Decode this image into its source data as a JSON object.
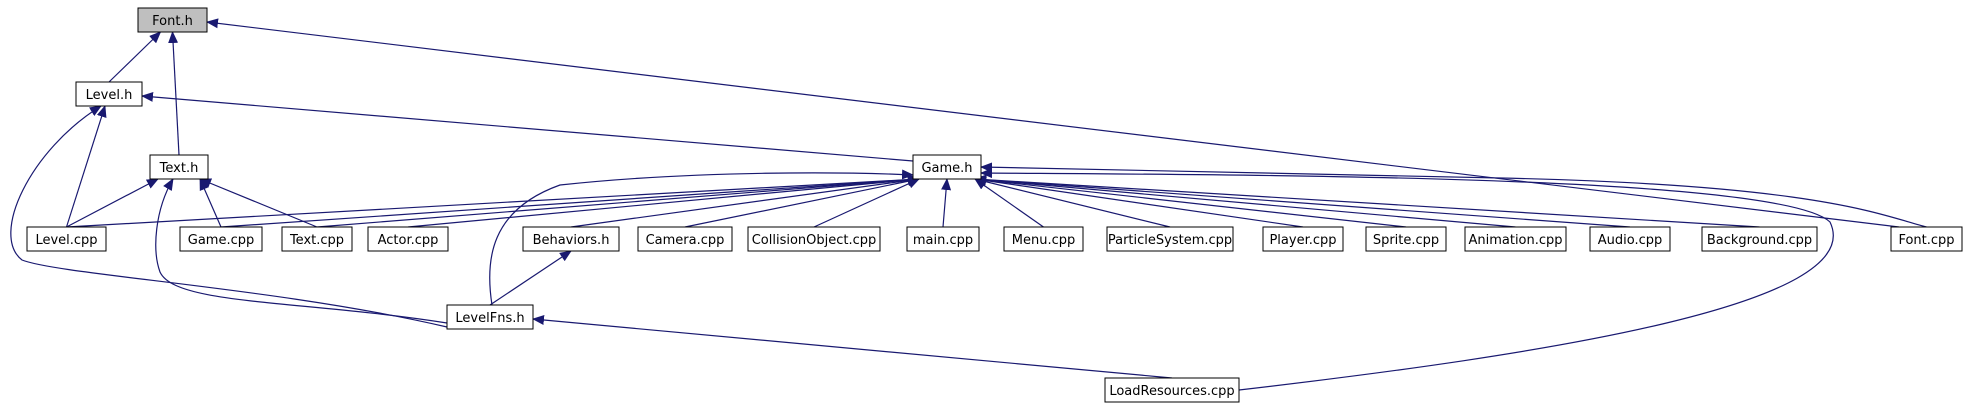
{
  "diagram": {
    "style": {
      "edge_color": "#191970",
      "node_border": "#000000",
      "node_fill": "#ffffff",
      "highlight_fill": "#bfbfbf"
    },
    "nodes": [
      {
        "id": "font_h",
        "label": "Font.h",
        "highlighted": true
      },
      {
        "id": "level_h",
        "label": "Level.h"
      },
      {
        "id": "text_h",
        "label": "Text.h"
      },
      {
        "id": "game_h",
        "label": "Game.h"
      },
      {
        "id": "level_cpp",
        "label": "Level.cpp"
      },
      {
        "id": "game_cpp",
        "label": "Game.cpp"
      },
      {
        "id": "text_cpp",
        "label": "Text.cpp"
      },
      {
        "id": "actor_cpp",
        "label": "Actor.cpp"
      },
      {
        "id": "behaviors_h",
        "label": "Behaviors.h"
      },
      {
        "id": "camera_cpp",
        "label": "Camera.cpp"
      },
      {
        "id": "collisionobject_cpp",
        "label": "CollisionObject.cpp"
      },
      {
        "id": "main_cpp",
        "label": "main.cpp"
      },
      {
        "id": "menu_cpp",
        "label": "Menu.cpp"
      },
      {
        "id": "particlesystem_cpp",
        "label": "ParticleSystem.cpp"
      },
      {
        "id": "player_cpp",
        "label": "Player.cpp"
      },
      {
        "id": "sprite_cpp",
        "label": "Sprite.cpp"
      },
      {
        "id": "animation_cpp",
        "label": "Animation.cpp"
      },
      {
        "id": "audio_cpp",
        "label": "Audio.cpp"
      },
      {
        "id": "background_cpp",
        "label": "Background.cpp"
      },
      {
        "id": "font_cpp",
        "label": "Font.cpp"
      },
      {
        "id": "levelfns_h",
        "label": "LevelFns.h"
      },
      {
        "id": "loadresources_cpp",
        "label": "LoadResources.cpp"
      }
    ],
    "edges": [
      {
        "from": "level_h",
        "to": "font_h"
      },
      {
        "from": "text_h",
        "to": "font_h"
      },
      {
        "from": "font_cpp",
        "to": "font_h"
      },
      {
        "from": "game_h",
        "to": "level_h"
      },
      {
        "from": "level_cpp",
        "to": "level_h"
      },
      {
        "from": "levelfns_h",
        "to": "level_h"
      },
      {
        "from": "level_cpp",
        "to": "text_h"
      },
      {
        "from": "game_cpp",
        "to": "text_h"
      },
      {
        "from": "text_cpp",
        "to": "text_h"
      },
      {
        "from": "levelfns_h",
        "to": "text_h"
      },
      {
        "from": "level_cpp",
        "to": "game_h"
      },
      {
        "from": "game_cpp",
        "to": "game_h"
      },
      {
        "from": "text_cpp",
        "to": "game_h"
      },
      {
        "from": "actor_cpp",
        "to": "game_h"
      },
      {
        "from": "behaviors_h",
        "to": "game_h"
      },
      {
        "from": "camera_cpp",
        "to": "game_h"
      },
      {
        "from": "collisionobject_cpp",
        "to": "game_h"
      },
      {
        "from": "main_cpp",
        "to": "game_h"
      },
      {
        "from": "menu_cpp",
        "to": "game_h"
      },
      {
        "from": "particlesystem_cpp",
        "to": "game_h"
      },
      {
        "from": "player_cpp",
        "to": "game_h"
      },
      {
        "from": "sprite_cpp",
        "to": "game_h"
      },
      {
        "from": "animation_cpp",
        "to": "game_h"
      },
      {
        "from": "audio_cpp",
        "to": "game_h"
      },
      {
        "from": "background_cpp",
        "to": "game_h"
      },
      {
        "from": "font_cpp",
        "to": "game_h"
      },
      {
        "from": "levelfns_h",
        "to": "game_h"
      },
      {
        "from": "loadresources_cpp",
        "to": "game_h"
      },
      {
        "from": "levelfns_h",
        "to": "behaviors_h"
      },
      {
        "from": "loadresources_cpp",
        "to": "levelfns_h"
      }
    ]
  }
}
